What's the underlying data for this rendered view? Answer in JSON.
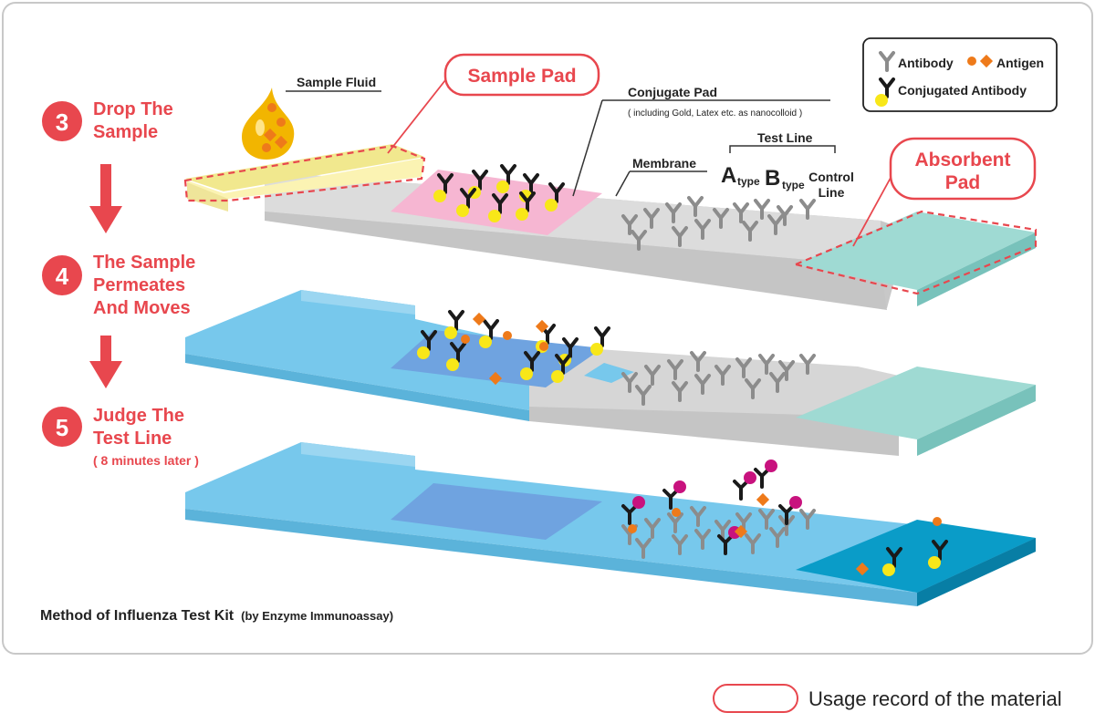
{
  "diagram": {
    "title": "Method of Influenza Test Kit",
    "title_sub": "(by Enzyme Immunoassay)",
    "steps": [
      {
        "number": "3",
        "line1": "Drop The",
        "line2": "Sample"
      },
      {
        "number": "4",
        "line1": "The Sample",
        "line2": "Permeates",
        "line3": "And Moves"
      },
      {
        "number": "5",
        "line1": "Judge The",
        "line2": "Test Line",
        "note": "( 8 minutes later )"
      }
    ],
    "labels": {
      "sample_fluid": "Sample Fluid",
      "sample_pad": "Sample Pad",
      "conjugate_pad": "Conjugate Pad",
      "conjugate_note": "( including Gold, Latex etc. as nanocolloid )",
      "membrane": "Membrane",
      "test_line": "Test Line",
      "a_letter": "A",
      "a_sub": "type",
      "b_letter": "B",
      "b_sub": "type",
      "control": "Control",
      "control_line": "Line",
      "absorbent": "Absorbent",
      "absorbent_pad": "Pad"
    },
    "legend": {
      "antibody": "Antibody",
      "antigen": "Antigen",
      "conjugated": "Conjugated Antibody"
    }
  },
  "footer": {
    "usage_label": "Usage record of the material"
  },
  "colors": {
    "accent_red": "#e8474e",
    "sample_pad": "#fbf3b3",
    "strip_gray": "#dcdcdc",
    "strip_blue": "#77c8ec",
    "conjugate_pink": "#f6b6d2",
    "absorbent_teal": "#9fdad3",
    "absorbent_dark": "#0a9cc8",
    "gold": "#f8e719",
    "antigen_orange": "#ee7a1a",
    "enzyme_magenta": "#c8127e",
    "antibody_gray": "#8c8c8c"
  }
}
